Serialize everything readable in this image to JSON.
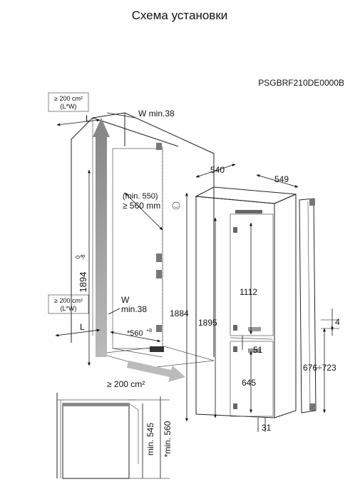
{
  "title": "Схема установки",
  "model_code": "PSGBRF210DE0000B",
  "vent_top": {
    "line1": "≥ 200 cm²",
    "line2": "(L*W)"
  },
  "vent_bottom": {
    "line1": "≥ 200 cm²",
    "line2": "(L*W)"
  },
  "label_L_top": "L",
  "label_L_bottom": "L",
  "width_min_top": "W min.38",
  "width_min_bottom_w": "W",
  "width_min_bottom_min": "min.38",
  "niche_depth_min": "(min. 550)",
  "niche_depth": "≥ 560 mm",
  "niche_width": "*560",
  "niche_width_tol": "+8",
  "niche_height": "1894",
  "niche_height_tol_upper": "0",
  "niche_height_tol_lower": "-8",
  "floor_vent": "≥ 200 cm²",
  "dim_1884": "1884",
  "dim_540": "540",
  "dim_549": "549",
  "dim_1895": "1895",
  "dim_1112": "1112",
  "dim_51": "51",
  "dim_645": "645",
  "dim_31": "31",
  "dim_4": "4",
  "dim_676_723": "676÷723",
  "inset_min_545": "min. 545",
  "inset_min_560": "*min. 560"
}
